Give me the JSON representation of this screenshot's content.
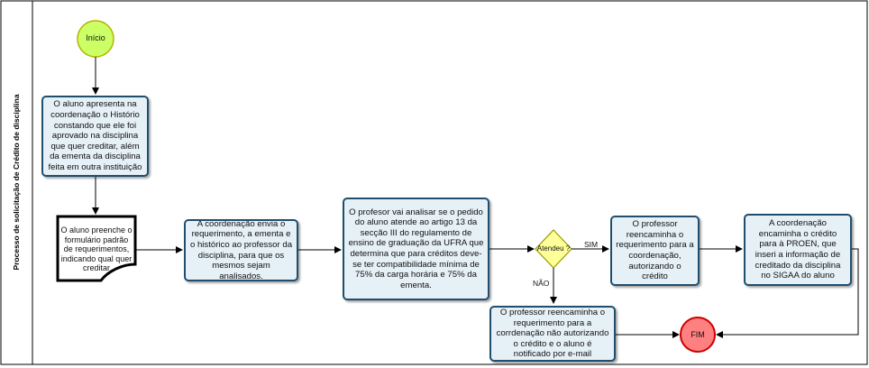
{
  "pool": {
    "title": "Processo de solicitação de Crédito de disciplina"
  },
  "colors": {
    "start_fill": "#ccff66",
    "end_fill": "#ff8080",
    "task_fill": "#e6f0f7",
    "task_border": "#1f4e6e",
    "gateway_fill": "#ffff99",
    "gateway_border": "#999900"
  },
  "nodes": {
    "start": "Início",
    "task1": "O aluno  apresenta na coordenação o Histório constando que ele foi aprovado na disciplina que quer creditar, além da ementa da disciplina feita em outra instituição",
    "document": "O aluno preenche o formulário padrão de requerimentos, indicando qual quer creditar",
    "task2": "A coordenação envia o requerimento, a ementa e o histórico ao professor da disciplina, para que os mesmos sejam analisados.",
    "task3": "O profesor vai analisar se o pedido do aluno atende ao artigo 13 da secção III do regulamento de ensino de graduação da UFRA que determina que para créditos deve-se ter compatibilidade mínima de 75% da carga horária e 75% da ementa.",
    "gateway": "Atendeu ?",
    "task4": "O professor reencaminha o requerimento para a coordenação, autorizando o crédito",
    "task5": "A coordenação encaminha o crédito para à PROEN, que inseri a informação  de creditado da disciplina no SIGAA do aluno",
    "task6": "O professor reencaminha o requerimento para a corrdenação não autorizando o crédito e o aluno é notificado por e-mail",
    "end": "FIM"
  },
  "flows": {
    "yes": "SIM",
    "no": "NÃO"
  }
}
